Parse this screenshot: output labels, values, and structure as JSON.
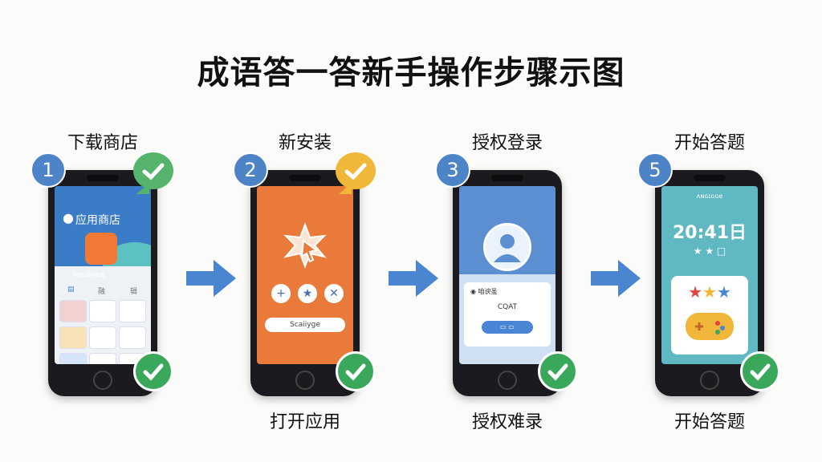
{
  "title": "成语答一答新手操作步骤示图",
  "colors": {
    "badge": "#4d84c8",
    "arrow": "#4a86cf",
    "check": "#3aa85a",
    "bubble_green": "#55b36b",
    "bubble_yellow": "#f0b739"
  },
  "steps": [
    {
      "number": "1",
      "label_top": "下载商店",
      "label_bottom": "",
      "screen": {
        "store_title": "应用商店",
        "caption": "Анцанвд",
        "tabs": [
          "▤",
          "融",
          "辑"
        ]
      }
    },
    {
      "number": "2",
      "label_top": "新安装",
      "label_bottom": "打开应用",
      "screen": {
        "input_text": "Scaiiyge",
        "buttons": [
          "+",
          "★",
          "✕"
        ]
      }
    },
    {
      "number": "3",
      "label_top": "授权登录",
      "label_bottom": "授权难录",
      "screen": {
        "small_text": "◉ 咱谀虽",
        "mid_text": "CQAT",
        "button_text": "▭ ▭"
      }
    },
    {
      "number": "5",
      "label_top": "开始答题",
      "label_bottom": "开始答题",
      "screen": {
        "header": "ʌɴɢɪɢɢe",
        "score": "20:41日",
        "stars": "★ ★ □",
        "card_stars": "★★★"
      }
    }
  ]
}
